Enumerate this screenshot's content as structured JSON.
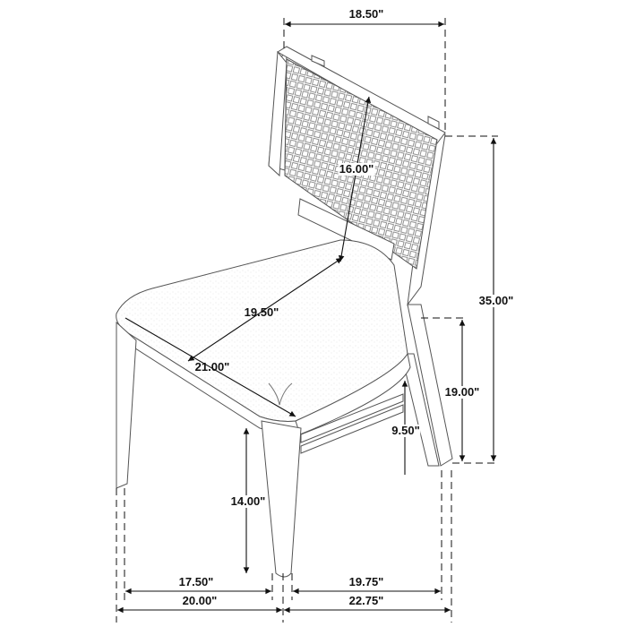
{
  "diagram": {
    "subject": "chair",
    "style": "line-drawing",
    "colors": {
      "line": "#111111",
      "outline": "#555555",
      "background": "#ffffff"
    },
    "dimensions": {
      "back_width": "18.50\"",
      "back_height": "16.00\"",
      "overall_height": "35.00\"",
      "seat_depth": "19.50\"",
      "seat_width": "21.00\"",
      "seat_height": "19.00\"",
      "apron_height": "9.50\"",
      "leg_height": "14.00\"",
      "inner_width": "17.50\"",
      "overall_width": "20.00\"",
      "inner_depth": "19.75\"",
      "overall_depth": "22.75\""
    }
  }
}
